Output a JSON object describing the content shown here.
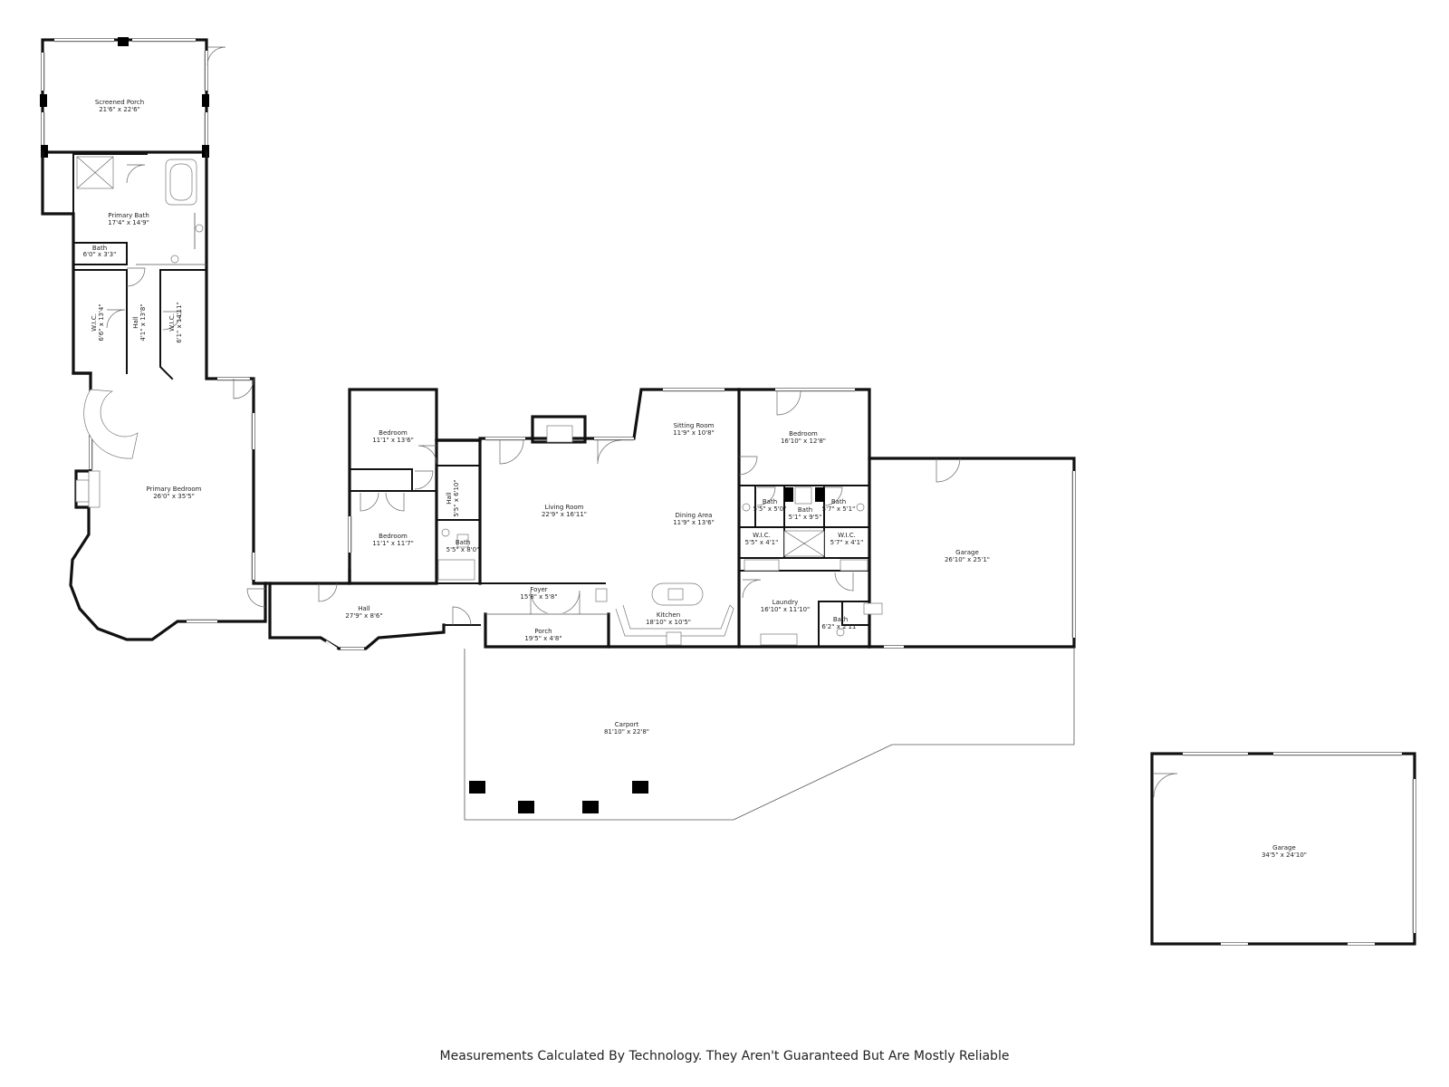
{
  "rooms": [
    {
      "name": "Screened Porch",
      "dims": "21'6\" x 22'6\""
    },
    {
      "name": "Primary Bath",
      "dims": "17'4\" x 14'9\""
    },
    {
      "name": "Bath",
      "dims": "6'0\" x 3'3\""
    },
    {
      "name": "W.I.C.",
      "dims": "6'6\" x 13'4\""
    },
    {
      "name": "Hall",
      "dims": "4'1\" x 13'8\""
    },
    {
      "name": "W.I.C.",
      "dims": "6'1\" x 14'11\""
    },
    {
      "name": "Primary Bedroom",
      "dims": "26'0\" x 35'5\""
    },
    {
      "name": "Bedroom",
      "dims": "11'1\" x 13'6\""
    },
    {
      "name": "Bedroom",
      "dims": "11'1\" x 11'7\""
    },
    {
      "name": "Hall",
      "dims": "5'5\" x 6'10\""
    },
    {
      "name": "Bath",
      "dims": "5'5\" x 8'0\""
    },
    {
      "name": "Living Room",
      "dims": "22'9\" x 16'11\""
    },
    {
      "name": "Sitting Room",
      "dims": "11'9\" x 10'8\""
    },
    {
      "name": "Dining Area",
      "dims": "11'9\" x 13'6\""
    },
    {
      "name": "Bedroom",
      "dims": "16'10\" x 12'8\""
    },
    {
      "name": "Bath",
      "dims": "5'5\" x 5'0\""
    },
    {
      "name": "Bath",
      "dims": "5'1\" x 9'5\""
    },
    {
      "name": "Bath",
      "dims": "5'7\" x 5'1\""
    },
    {
      "name": "W.I.C.",
      "dims": "5'5\" x 4'1\""
    },
    {
      "name": "W.I.C.",
      "dims": "5'7\" x 4'1\""
    },
    {
      "name": "Garage",
      "dims": "26'10\" x 25'1\""
    },
    {
      "name": "Hall",
      "dims": "27'9\" x 8'6\""
    },
    {
      "name": "Foyer",
      "dims": "15'8\" x 5'8\""
    },
    {
      "name": "Kitchen",
      "dims": "18'10\" x 10'5\""
    },
    {
      "name": "Laundry",
      "dims": "16'10\" x 11'10\""
    },
    {
      "name": "Bath",
      "dims": "6'2\" x 2'11\""
    },
    {
      "name": "Porch",
      "dims": "19'5\" x 4'8\""
    },
    {
      "name": "Carport",
      "dims": "81'10\" x 22'8\""
    },
    {
      "name": "Garage",
      "dims": "34'5\" x 24'10\""
    }
  ],
  "disclaimer": "Measurements Calculated By Technology. They Aren't Guaranteed But Are Mostly Reliable"
}
